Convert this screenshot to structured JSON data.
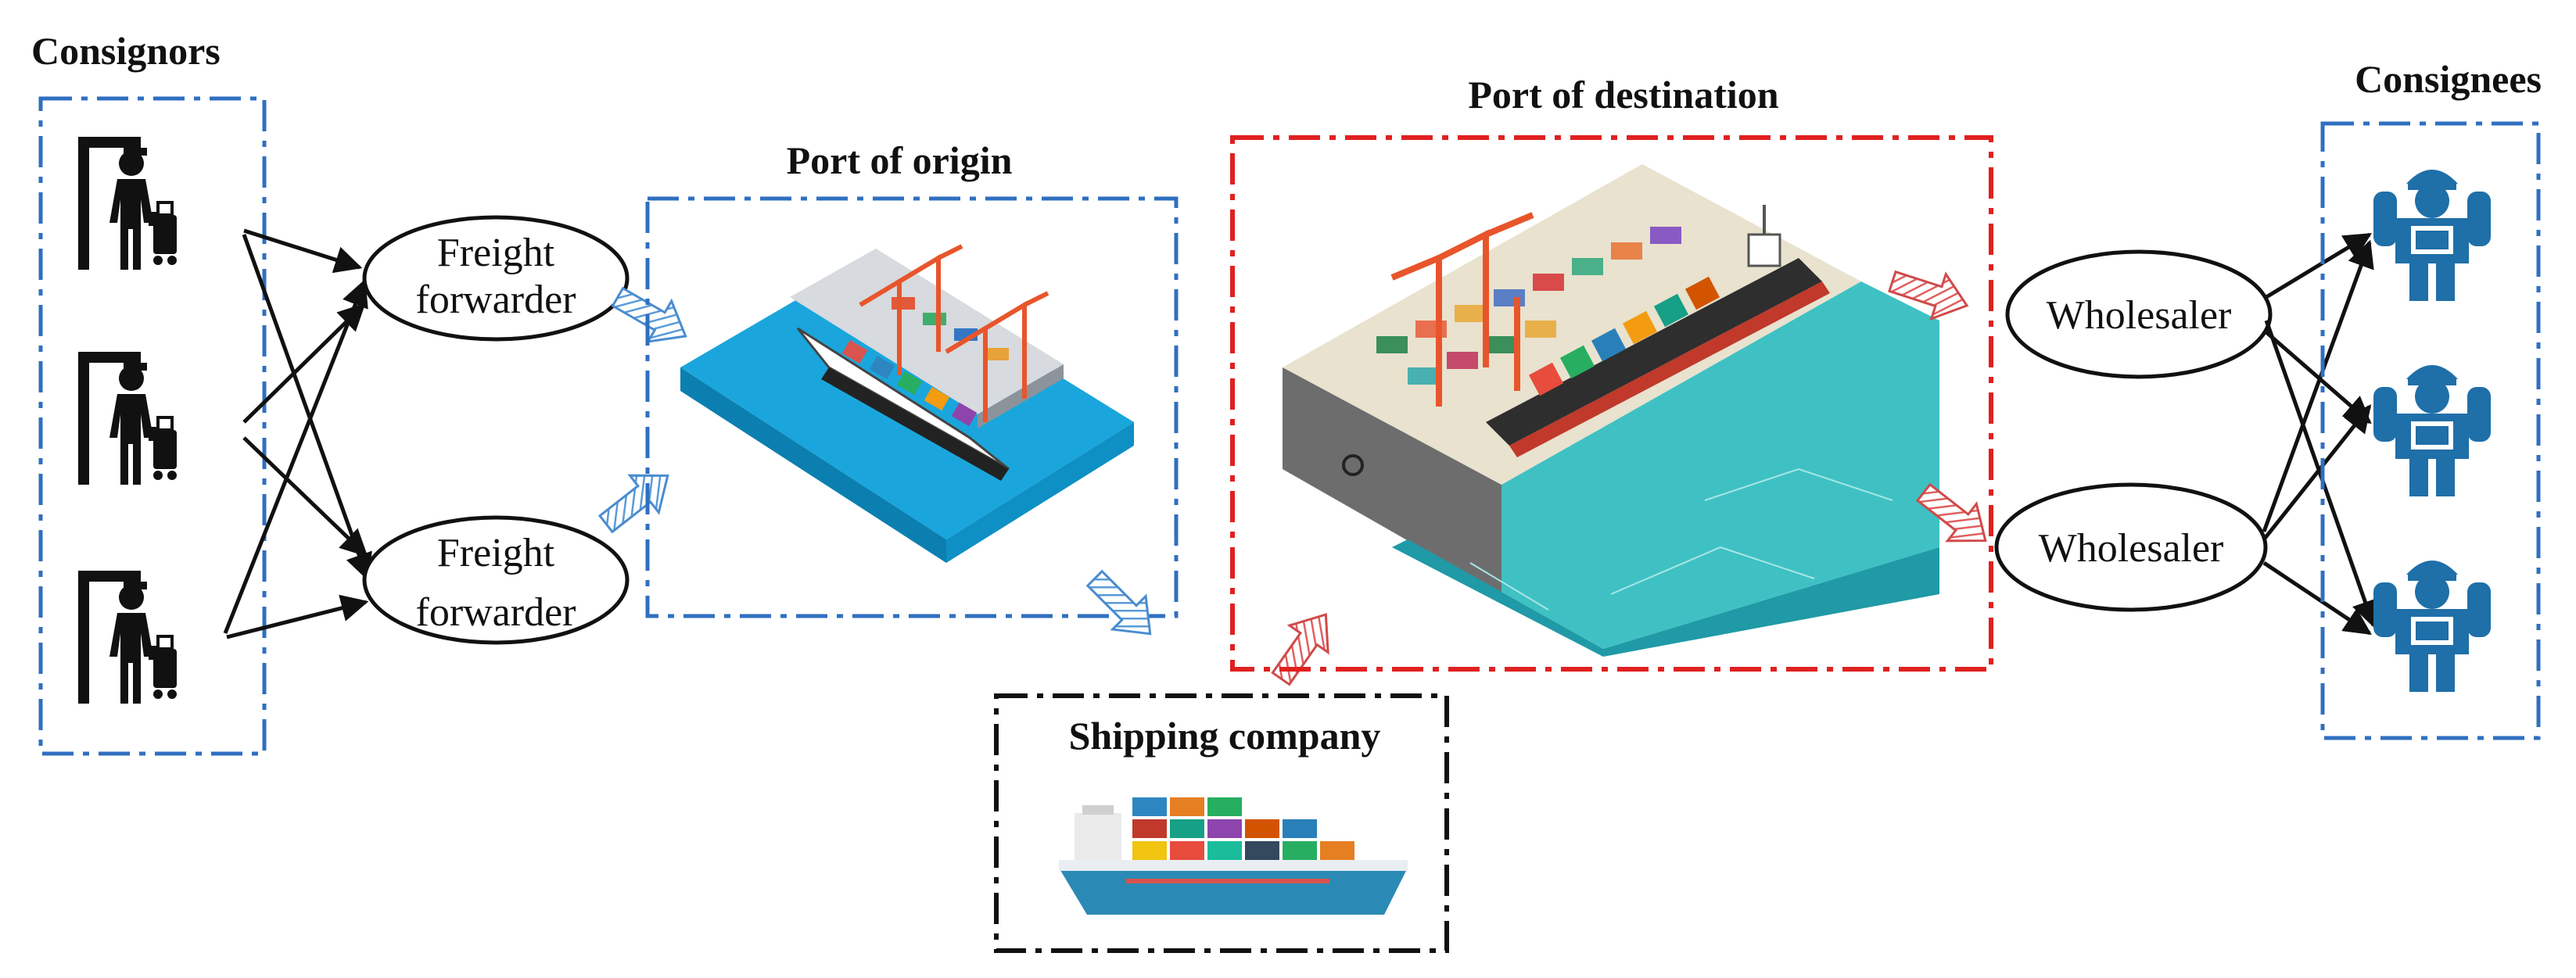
{
  "groups": {
    "consignors": "Consignors",
    "port_origin": "Port of origin",
    "port_destination": "Port of destination",
    "shipping_company": "Shipping company",
    "consignees": "Consignees"
  },
  "nodes": {
    "freight_forwarder_1": [
      "Freight",
      "forwarder"
    ],
    "freight_forwarder_2": [
      "Freight",
      "forwarder"
    ],
    "wholesaler_1": "Wholesaler",
    "wholesaler_2": "Wholesaler"
  },
  "colors": {
    "blue_frame": "#2f6fc0",
    "red_frame": "#e02020",
    "black_frame": "#111111",
    "blue_arrow": "#7fb2e0",
    "red_arrow": "#e07a7a",
    "sea": "#1aa6dc",
    "dest_sea": "#3fc1c3",
    "consignee_blue": "#1f6fa8"
  },
  "icons": {
    "consignor": "person-with-luggage-icon",
    "consignee": "courier-with-package-icon",
    "port_origin": "container-port-icon",
    "port_destination": "container-terminal-icon",
    "shipping": "container-ship-icon"
  }
}
